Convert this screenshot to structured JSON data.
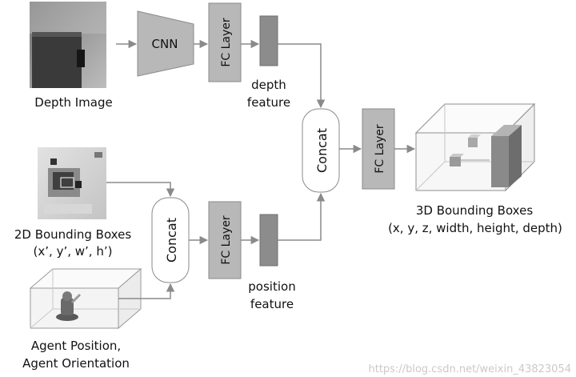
{
  "inputs": {
    "depth_image": "Depth Image",
    "bbox2d": "2D Bounding Boxes",
    "bbox2d_coords": "(x’, y’, w’, h’)",
    "agent_line1": "Agent Position,",
    "agent_line2": "Agent Orientation"
  },
  "blocks": {
    "cnn": "CNN",
    "fc_layer": "FC Layer",
    "concat": "Concat"
  },
  "features": {
    "depth_line1": "depth",
    "depth_line2": "feature",
    "position_line1": "position",
    "position_line2": "feature"
  },
  "output": {
    "title": "3D Bounding Boxes",
    "coords": "(x, y, z, width, height, depth)"
  },
  "watermark": "https://blog.csdn.net/weixin_43823054",
  "colors": {
    "block_fill": "#b8b8b8",
    "block_stroke": "#8a8a8a",
    "feature_fill": "#8c8c8c",
    "arrow": "#8a8a8a",
    "concat_stroke": "#8a8a8a"
  }
}
